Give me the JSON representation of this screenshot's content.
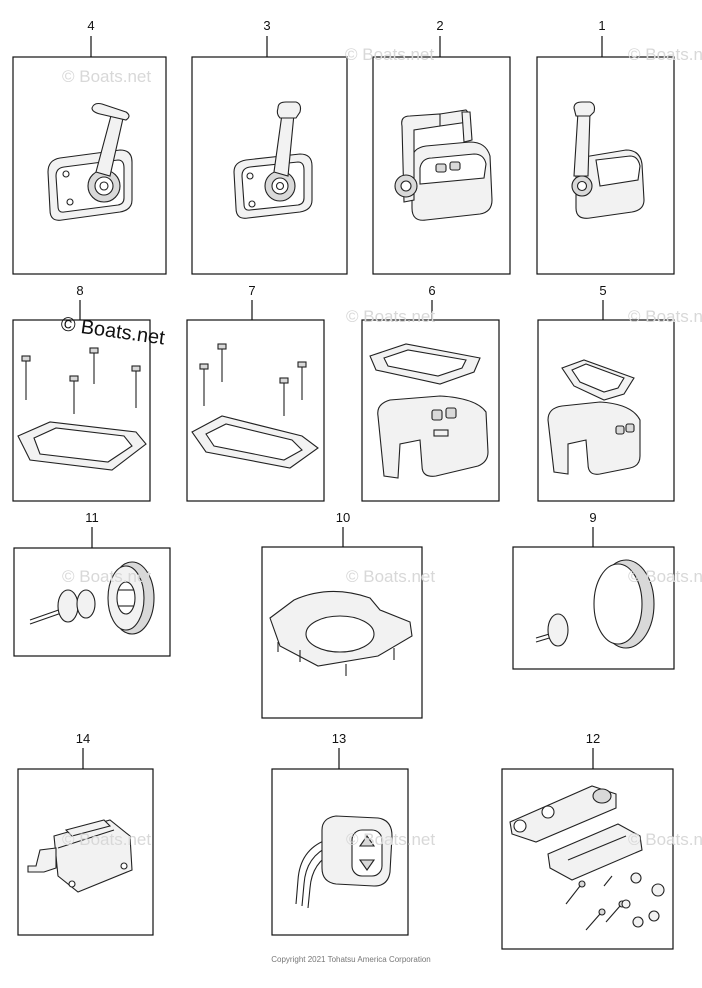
{
  "callouts": [
    {
      "id": "p4",
      "number": "4"
    },
    {
      "id": "p3",
      "number": "3"
    },
    {
      "id": "p2",
      "number": "2"
    },
    {
      "id": "p1",
      "number": "1"
    },
    {
      "id": "p8",
      "number": "8"
    },
    {
      "id": "p7",
      "number": "7"
    },
    {
      "id": "p6",
      "number": "6"
    },
    {
      "id": "p5",
      "number": "5"
    },
    {
      "id": "p11",
      "number": "11"
    },
    {
      "id": "p10",
      "number": "10"
    },
    {
      "id": "p9",
      "number": "9"
    },
    {
      "id": "p14",
      "number": "14"
    },
    {
      "id": "p13",
      "number": "13"
    },
    {
      "id": "p12",
      "number": "12"
    }
  ],
  "watermark": {
    "text": "© Boats.net",
    "prominent_text": "© Boats.net"
  },
  "footer": {
    "copyright": "Copyright 2021 Tohatsu America Corporation"
  }
}
